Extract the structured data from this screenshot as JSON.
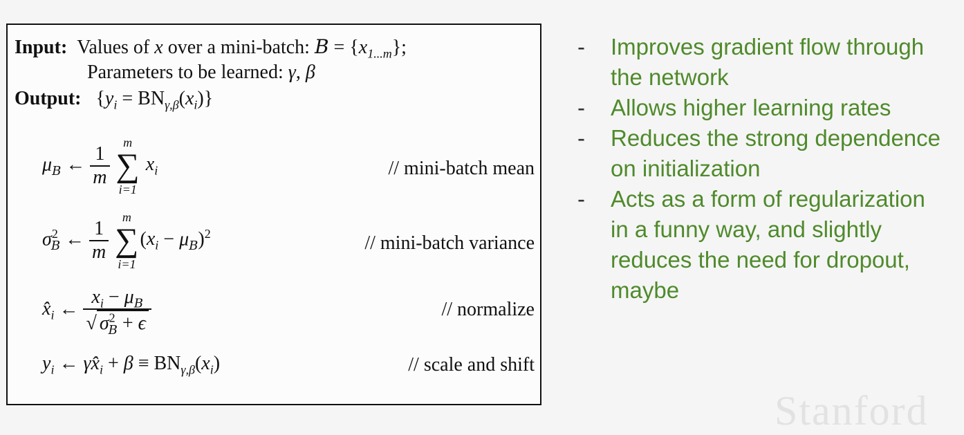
{
  "algorithm": {
    "input_label": "Input:",
    "input_text": "Values of x over a mini-batch: B = {x1...m};",
    "params_text": "Parameters to be learned: γ, β",
    "output_label": "Output:",
    "output_text": "{yi = BNγ,β(xi)}",
    "steps": [
      {
        "formula": "μB ← (1/m) Σi=1..m xi",
        "comment": "// mini-batch mean"
      },
      {
        "formula": "σB² ← (1/m) Σi=1..m (xi − μB)²",
        "comment": "// mini-batch variance"
      },
      {
        "formula": "x̂i ← (xi − μB) / √(σB² + ε)",
        "comment": "// normalize"
      },
      {
        "formula": "yi ← γx̂i + β ≡ BNγ,β(xi)",
        "comment": "// scale and shift"
      }
    ]
  },
  "bullets": [
    {
      "dash": "-",
      "text": "Improves gradient flow through\nthe network"
    },
    {
      "dash": "-",
      "text": "Allows higher learning rates"
    },
    {
      "dash": "-",
      "text": "Reduces the strong dependence\non initialization"
    },
    {
      "dash": "-",
      "text": "Acts as a form of regularization\nin a funny way, and slightly\nreduces the need for dropout,\nmaybe"
    }
  ],
  "watermark": "Stanford",
  "colors": {
    "bullet_text": "#4f8a2b"
  }
}
